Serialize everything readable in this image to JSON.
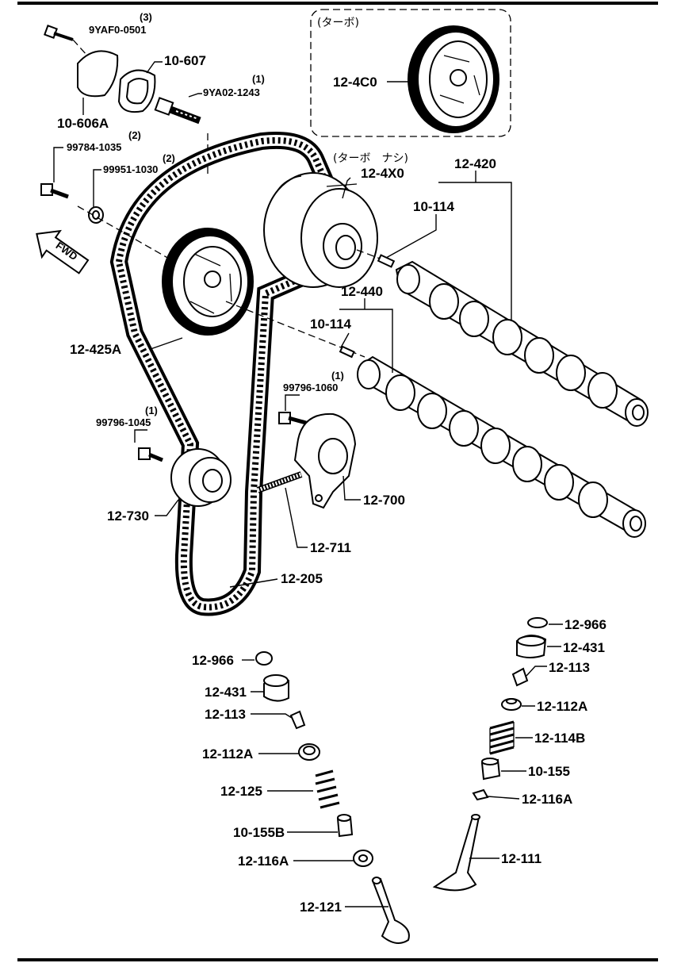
{
  "labels": {
    "l_9yaf0": "9YAF0-0501",
    "q_9yaf0": "(3)",
    "l_10_607": "10-607",
    "l_10_606a": "10-606A",
    "l_9ya02": "9YA02-1243",
    "q_9ya02": "(1)",
    "l_99784": "99784-1035",
    "q_99784": "(2)",
    "l_99951": "99951-1030",
    "q_99951": "(2)",
    "fwd": "FWD",
    "turbo": "(ターボ)",
    "l_12_4c0": "12-4C0",
    "turbo_nashi": "(ターボ　ナシ)",
    "l_12_4x0": "12-4X0",
    "l_12_420": "12-420",
    "l_10_114_a": "10-114",
    "l_12_440": "12-440",
    "l_10_114_b": "10-114",
    "l_12_425a": "12-425A",
    "l_99796_1060": "99796-1060",
    "q_99796_1060": "(1)",
    "l_99796_1045": "99796-1045",
    "q_99796_1045": "(1)",
    "l_12_730": "12-730",
    "l_12_700": "12-700",
    "l_12_711": "12-711",
    "l_12_205": "12-205",
    "r_12_966": "12-966",
    "r_12_431": "12-431",
    "r_12_113": "12-113",
    "r_12_112a": "12-112A",
    "r_12_114b": "12-114B",
    "r_10_155": "10-155",
    "r_12_116a": "12-116A",
    "r_12_111": "12-111",
    "l2_12_966": "12-966",
    "l2_12_431": "12-431",
    "l2_12_113": "12-113",
    "l2_12_112a": "12-112A",
    "l2_12_125": "12-125",
    "l2_10_155b": "10-155B",
    "l2_12_116a": "12-116A",
    "l2_12_121": "12-121"
  }
}
